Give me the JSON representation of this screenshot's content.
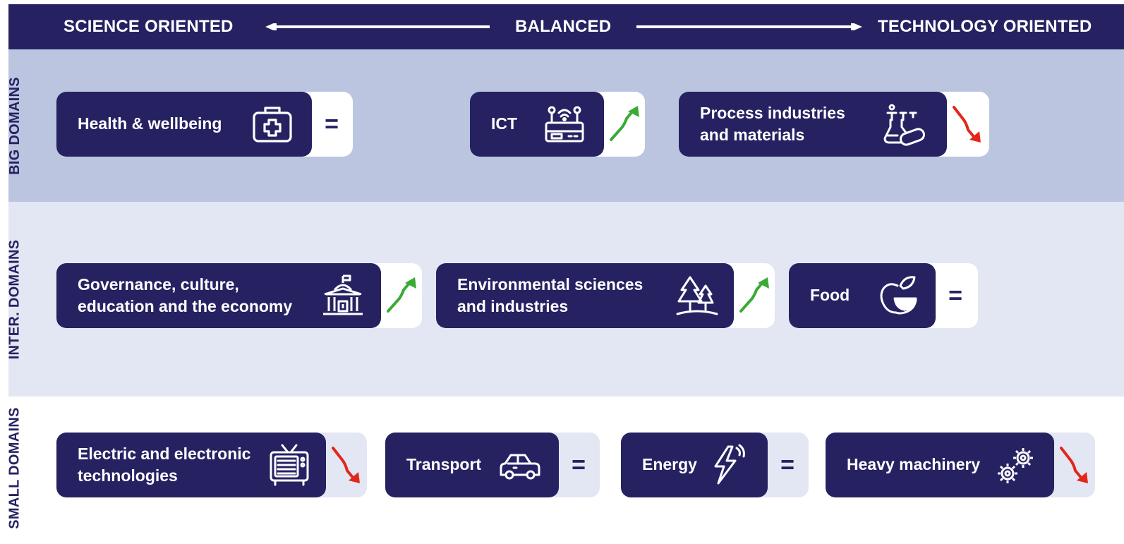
{
  "header": {
    "left_label": "SCIENCE ORIENTED",
    "center_label": "BALANCED",
    "right_label": "TECHNOLOGY ORIENTED"
  },
  "bands": {
    "big": "BIG DOMAINS",
    "inter": "INTER. DOMAINS",
    "small": "SMALL DOMAINS"
  },
  "tiles": {
    "health": {
      "label": "Health & wellbeing",
      "icon": "first-aid-kit-icon",
      "trend": "="
    },
    "ict": {
      "label": "ICT",
      "icon": "router-icon",
      "trend": "up"
    },
    "process": {
      "label_line1": "Process industries",
      "label_line2": "and materials",
      "icon": "lab-flask-icon",
      "trend": "down"
    },
    "governance": {
      "label_line1": "Governance, culture,",
      "label_line2": "education and the economy",
      "icon": "government-building-icon",
      "trend": "up"
    },
    "environment": {
      "label_line1": "Environmental sciences",
      "label_line2": "and industries",
      "icon": "trees-icon",
      "trend": "up"
    },
    "food": {
      "label": "Food",
      "icon": "apple-icon",
      "trend": "="
    },
    "electric": {
      "label_line1": "Electric and electronic",
      "label_line2": "technologies",
      "icon": "television-icon",
      "trend": "down"
    },
    "transport": {
      "label": "Transport",
      "icon": "car-icon",
      "trend": "="
    },
    "energy": {
      "label": "Energy",
      "icon": "lightning-icon",
      "trend": "="
    },
    "machinery": {
      "label": "Heavy machinery",
      "icon": "gears-icon",
      "trend": "down"
    }
  },
  "colors": {
    "navy": "#262262",
    "band_big": "#bcc5e0",
    "band_inter": "#e3e7f3",
    "trend_up": "#3aaa35",
    "trend_down": "#e3261b"
  }
}
